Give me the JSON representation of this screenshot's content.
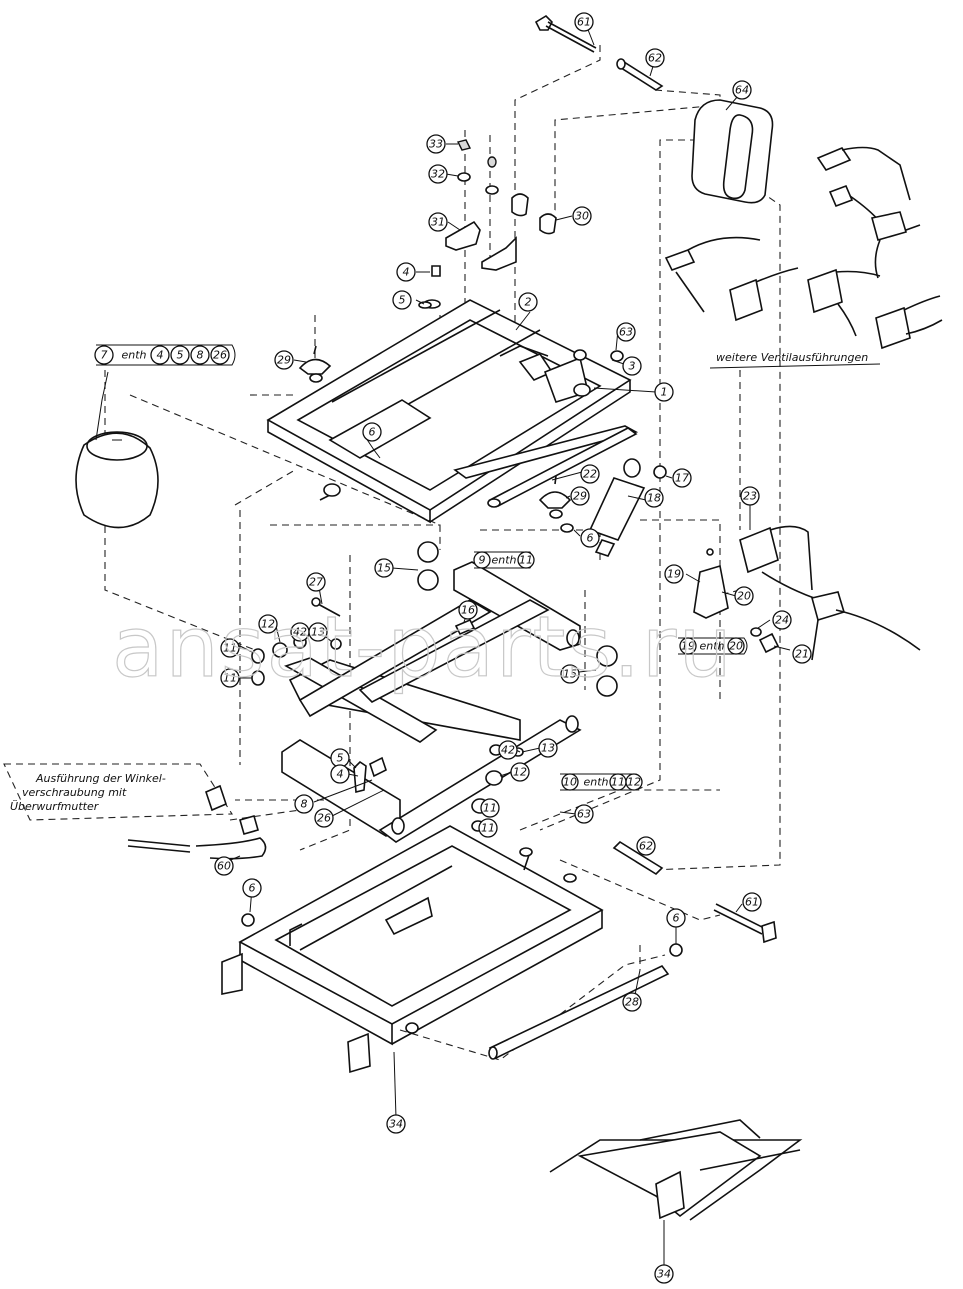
{
  "watermark": "ansat-parts.ru",
  "note_lines": [
    "Ausführung der Winkel-",
    "verschraubung mit",
    "Überwurfmutter"
  ],
  "variants_label": "weitere Ventilausführungen",
  "group_labels": {
    "g7": {
      "main": "7",
      "word": "enth",
      "items": [
        "4",
        "5",
        "8",
        "26"
      ]
    },
    "g9": {
      "main": "9",
      "word": "enth",
      "items": [
        "11"
      ]
    },
    "g19": {
      "main": "19",
      "word": "enth",
      "items": [
        "20"
      ]
    },
    "g10": {
      "main": "10",
      "word": "enth",
      "items": [
        "11",
        "12"
      ]
    }
  },
  "callouts": [
    {
      "n": "61"
    },
    {
      "n": "62"
    },
    {
      "n": "64"
    },
    {
      "n": "33"
    },
    {
      "n": "32"
    },
    {
      "n": "31"
    },
    {
      "n": "30"
    },
    {
      "n": "4"
    },
    {
      "n": "5"
    },
    {
      "n": "2"
    },
    {
      "n": "63"
    },
    {
      "n": "3"
    },
    {
      "n": "29"
    },
    {
      "n": "1"
    },
    {
      "n": "6"
    },
    {
      "n": "22"
    },
    {
      "n": "17"
    },
    {
      "n": "29"
    },
    {
      "n": "18"
    },
    {
      "n": "6"
    },
    {
      "n": "23"
    },
    {
      "n": "15"
    },
    {
      "n": "27"
    },
    {
      "n": "16"
    },
    {
      "n": "12"
    },
    {
      "n": "42"
    },
    {
      "n": "13"
    },
    {
      "n": "11"
    },
    {
      "n": "11"
    },
    {
      "n": "19"
    },
    {
      "n": "20"
    },
    {
      "n": "24"
    },
    {
      "n": "21"
    },
    {
      "n": "15"
    },
    {
      "n": "5"
    },
    {
      "n": "4"
    },
    {
      "n": "42"
    },
    {
      "n": "13"
    },
    {
      "n": "12"
    },
    {
      "n": "8"
    },
    {
      "n": "26"
    },
    {
      "n": "11"
    },
    {
      "n": "11"
    },
    {
      "n": "63"
    },
    {
      "n": "60"
    },
    {
      "n": "6"
    },
    {
      "n": "62"
    },
    {
      "n": "61"
    },
    {
      "n": "6"
    },
    {
      "n": "28"
    },
    {
      "n": "34"
    },
    {
      "n": "34"
    }
  ]
}
